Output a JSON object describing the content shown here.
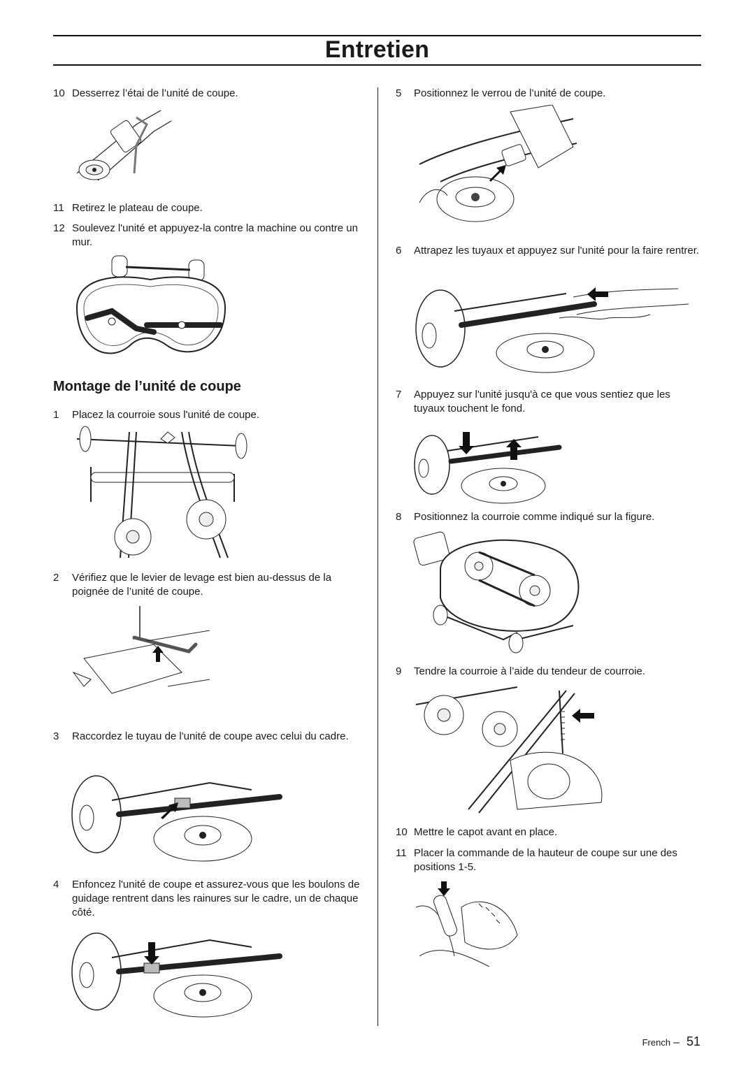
{
  "header": {
    "title": "Entretien"
  },
  "left": {
    "steps_top": [
      {
        "num": "10",
        "text": "Desserrez l’étai de l’unité de coupe."
      },
      {
        "num": "11",
        "text": "Retirez le plateau de coupe."
      },
      {
        "num": "12",
        "text": "Soulevez l'unité et appuyez-la contre la machine ou contre un mur."
      }
    ],
    "section_title": "Montage de l’unité de coupe",
    "steps": [
      {
        "num": "1",
        "text": "Placez la courroie sous l'unité de coupe."
      },
      {
        "num": "2",
        "text": "Vérifiez que le levier de levage est bien au-dessus de la poignée de l’unité de coupe."
      },
      {
        "num": "3",
        "text": "Raccordez le tuyau de l'unité de coupe avec celui du cadre."
      },
      {
        "num": "4",
        "text": "Enfoncez l'unité de coupe et assurez-vous que les boulons de guidage rentrent dans les rainures sur le cadre, un de chaque côté."
      }
    ]
  },
  "right": {
    "steps": [
      {
        "num": "5",
        "text": "Positionnez le verrou de l’unité de coupe."
      },
      {
        "num": "6",
        "text": "Attrapez les tuyaux et appuyez sur l'unité pour la faire rentrer."
      },
      {
        "num": "7",
        "text": "Appuyez sur l'unité jusqu'à ce que vous sentiez que les tuyaux touchent le fond."
      },
      {
        "num": "8",
        "text": "Positionnez la courroie comme indiqué sur la figure."
      },
      {
        "num": "9",
        "text": "Tendre la courroie à l’aide du tendeur de courroie."
      },
      {
        "num": "10",
        "text": "Mettre le capot avant en place."
      },
      {
        "num": "11",
        "text": "Placer la commande de la hauteur de coupe sur une des positions 1-5."
      }
    ]
  },
  "footer": {
    "language": "French",
    "dash": "–",
    "page": "51"
  }
}
